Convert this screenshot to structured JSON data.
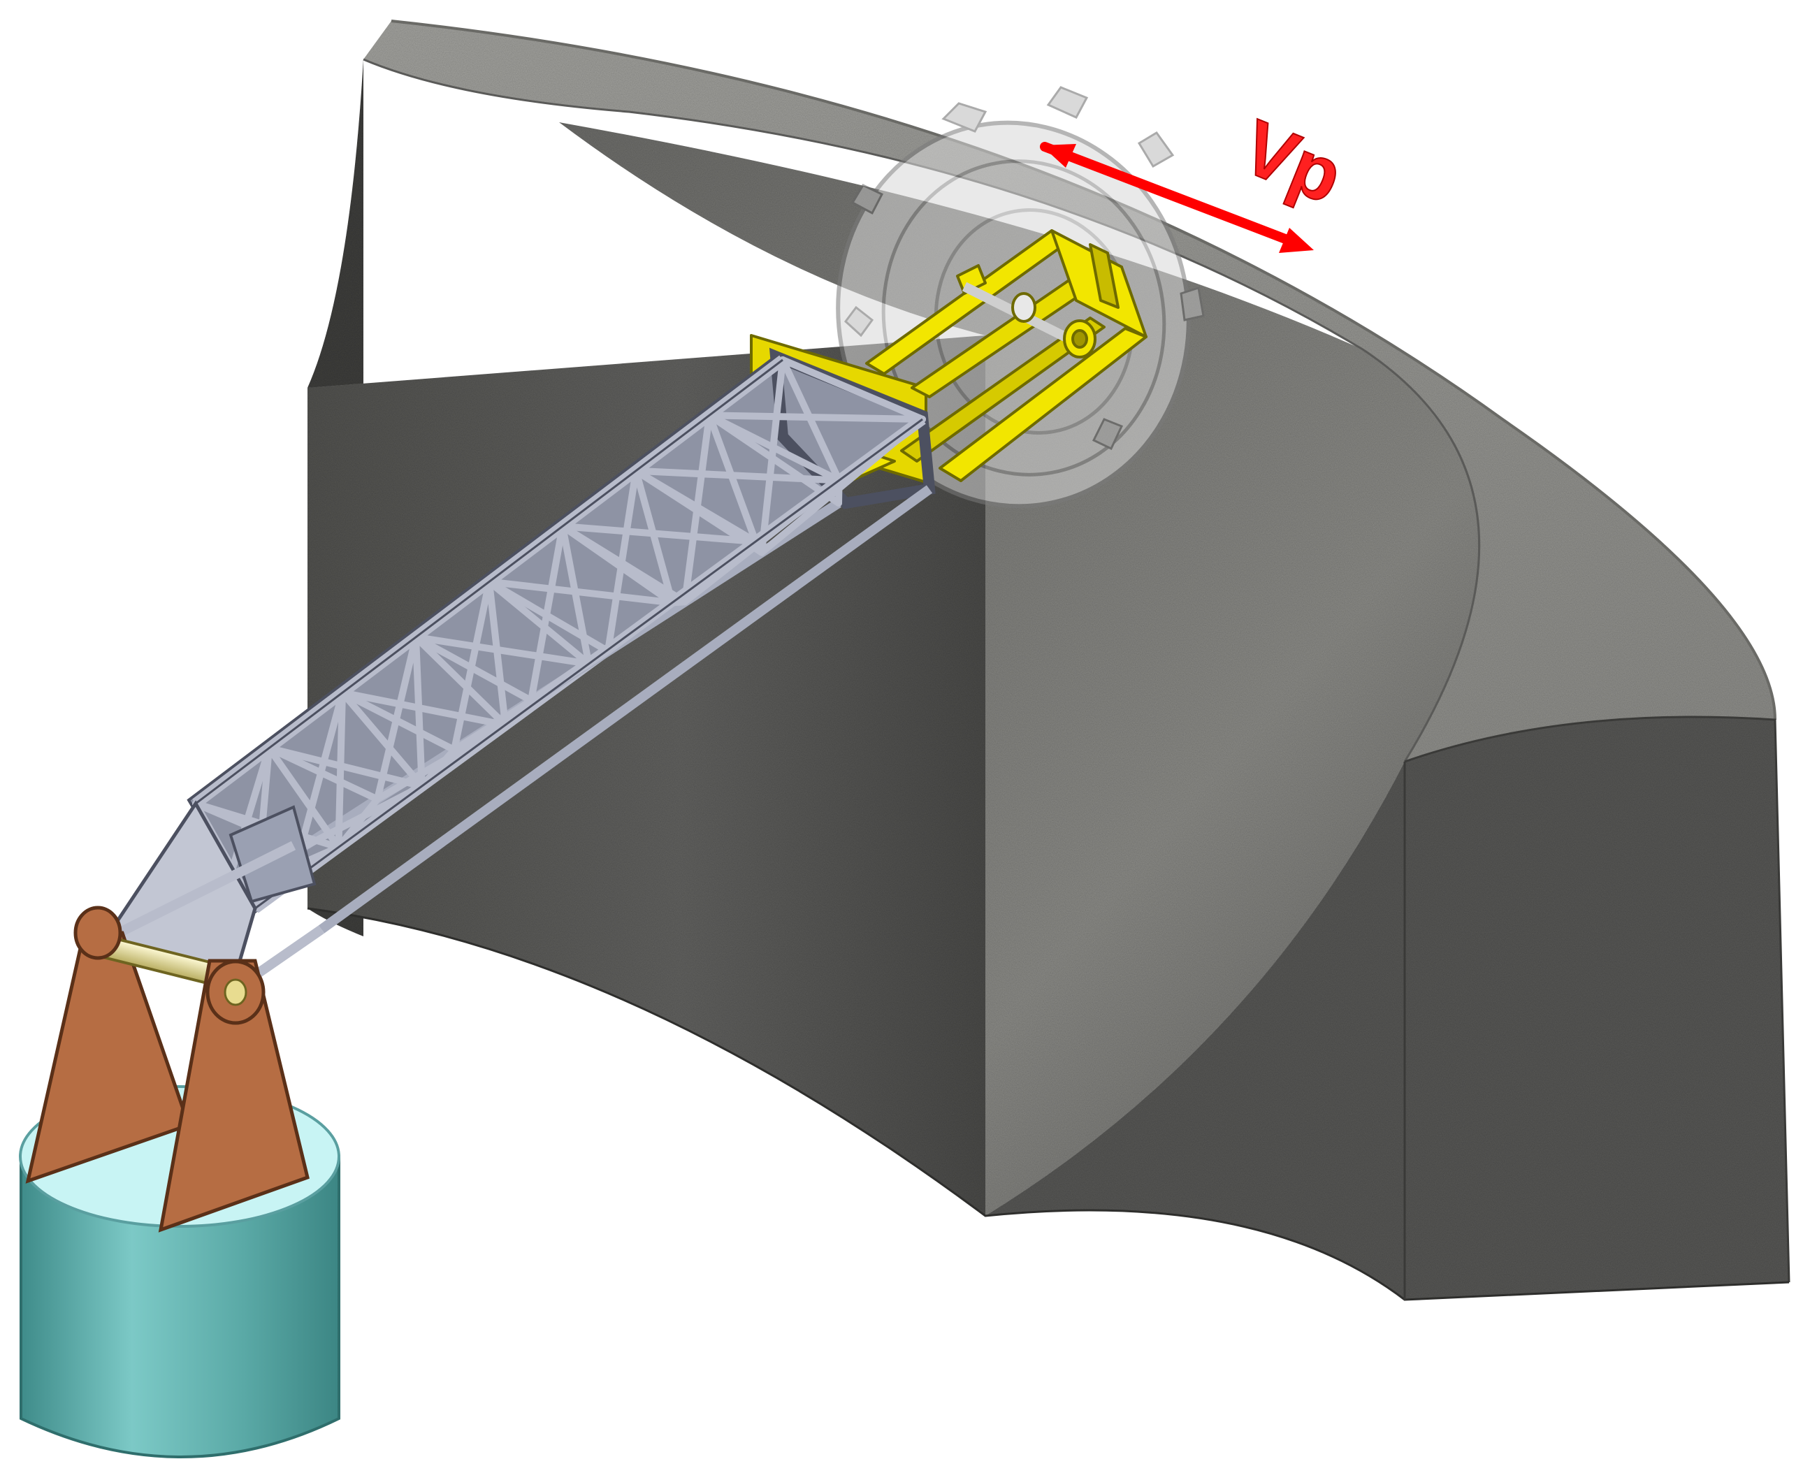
{
  "diagram": {
    "velocity_label": "Vp",
    "components": [
      "rock-mass-section",
      "cutting-wheel",
      "wheel-carriage-frame",
      "lattice-boom",
      "pivot-pin",
      "support-brackets",
      "base-pedestal",
      "velocity-arrow"
    ],
    "colors": {
      "rock_top": "#9c9c98",
      "rock_side": "#5c5c5a",
      "rock_inner": "#80807c",
      "truss": "#b8bccb",
      "truss_edge": "#4c5060",
      "carriage": "#f2e600",
      "carriage_edge": "#6e6a00",
      "wheel": "#c4c4c4",
      "bracket": "#b66d43",
      "pedestal": "#6ab8b5",
      "pedestal_top": "#c8f4f4",
      "pin": "#f0eab0",
      "arrow": "#ff0000"
    }
  }
}
